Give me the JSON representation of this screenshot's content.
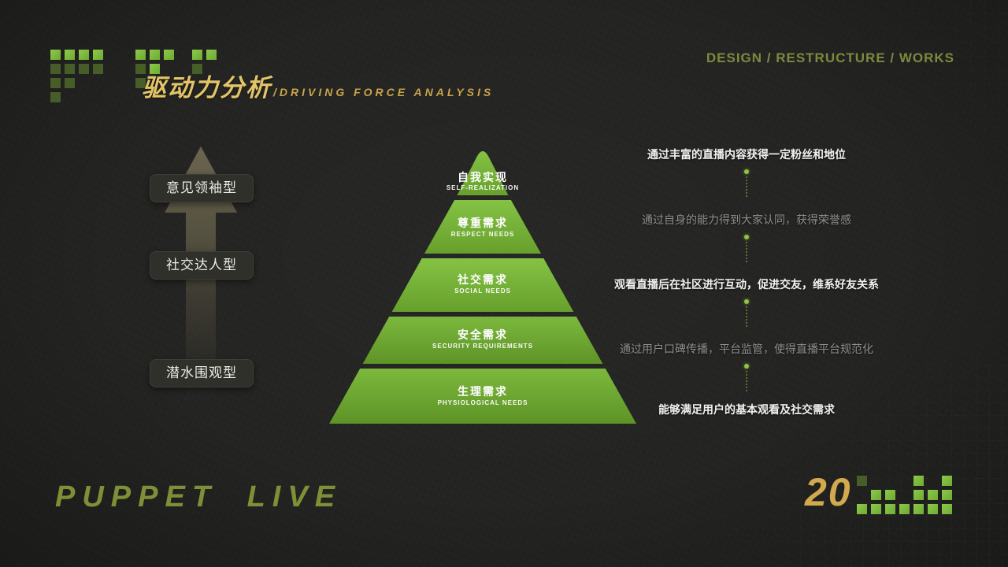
{
  "header": {
    "title_cn": "驱动力分析",
    "title_en": "/DRIVING FORCE ANALYSIS",
    "top_right": "DESIGN / RESTRUCTURE / WORKS"
  },
  "left_axis": {
    "labels": [
      "意见领袖型",
      "社交达人型",
      "潜水围观型"
    ]
  },
  "pyramid": {
    "levels": [
      {
        "cn": "自我实现",
        "en": "SELF-REALIZATION"
      },
      {
        "cn": "尊重需求",
        "en": "RESPECT NEEDS"
      },
      {
        "cn": "社交需求",
        "en": "SOCIAL NEEDS"
      },
      {
        "cn": "安全需求",
        "en": "SECURITY REQUIREMENTS"
      },
      {
        "cn": "生理需求",
        "en": "PHYSIOLOGICAL NEEDS"
      }
    ]
  },
  "annotations": [
    {
      "text": "通过丰富的直播内容获得一定粉丝和地位",
      "muted": false
    },
    {
      "text": "通过自身的能力得到大家认同，获得荣誉感",
      "muted": true
    },
    {
      "text": "观看直播后在社区进行互动，促进交友，维系好友关系",
      "muted": false
    },
    {
      "text": "通过用户口碑传播，平台监管，使得直播平台规范化",
      "muted": true
    },
    {
      "text": "能够满足用户的基本观看及社交需求",
      "muted": false
    }
  ],
  "footer": {
    "brand": "PUPPET  LIVE",
    "page_number": "20"
  },
  "colors": {
    "background": "#242423",
    "pyramid_green_light": "#84c244",
    "pyramid_green_dark": "#67a02c",
    "accent_gold": "#d9b85a",
    "accent_olive": "#7b8b3d",
    "pixel_green": "#82c044"
  },
  "icons": {
    "up_arrow": "upward-gradient-arrow",
    "connector_dot": "green-dot",
    "pixel_blocks": "pixel-decoration"
  }
}
